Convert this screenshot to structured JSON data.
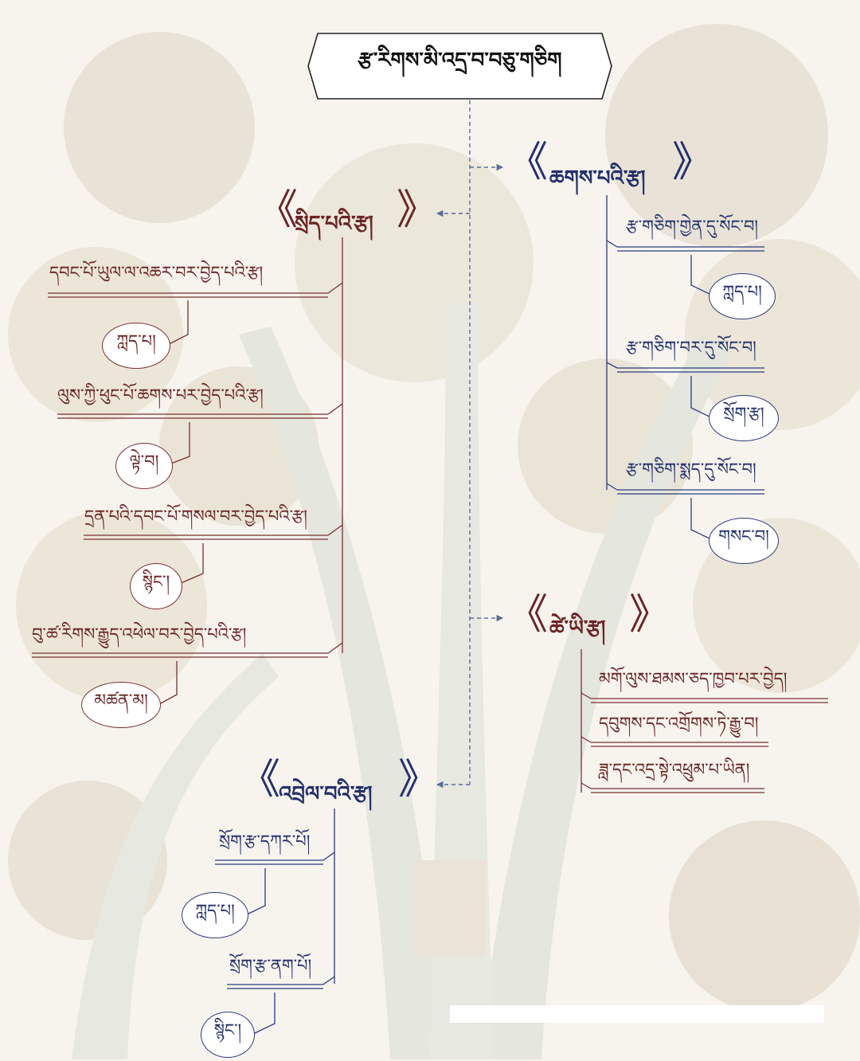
{
  "title": "རྩ་རིགས་མི་འདྲ་བ་བཅུ་གཅིག",
  "colors": {
    "red": "#7a3030",
    "blue": "#2a3a80",
    "connector": "#5a6a9a"
  },
  "sections": {
    "srid": {
      "heading": "སྲིད་པའི་རྩ།",
      "items": [
        {
          "text": "དབང་པོ་ཡུལ་ལ་འཆར་བར་བྱེད་པའི་རྩ།",
          "bubble": "ཀླད་པ།"
        },
        {
          "text": "ལུས་ཀྱི་ཕུང་པོ་ཆགས་པར་བྱེད་པའི་རྩ།",
          "bubble": "ལྟེ་བ།"
        },
        {
          "text": "དྲན་པའི་དབང་པོ་གསལ་བར་བྱེད་པའི་རྩ།",
          "bubble": "སྙིང་།"
        },
        {
          "text": "བུ་ཚ་རིགས་རྒྱུད་འཕེལ་བར་བྱེད་པའི་རྩ།",
          "bubble": "མཚན་མ།"
        }
      ]
    },
    "chags": {
      "heading": "ཆགས་པའི་རྩ།",
      "items": [
        {
          "text": "རྩ་གཅིག་གྱེན་དུ་སོང་བ།",
          "bubble": "ཀླད་པ།"
        },
        {
          "text": "རྩ་གཅིག་བར་དུ་སོང་བ།",
          "bubble": "སྲོག་རྩ།"
        },
        {
          "text": "རྩ་གཅིག་སྨད་དུ་སོང་བ།",
          "bubble": "གསང་བ།"
        }
      ]
    },
    "tshe": {
      "heading": "ཚེ་ཡི་རྩ།",
      "items": [
        "མགོ་ལུས་ཐམས་ཅད་ཁྱབ་པར་བྱེད།",
        "དབུགས་དང་འགྲོགས་ཏེ་རྒྱུ་བ།",
        "ཟླ་དང་འདྲ་སྟེ་འཕྲུམ་པ་ཡིན།"
      ]
    },
    "brel": {
      "heading": "འབྲེལ་བའི་རྩ།",
      "items": [
        {
          "text": "སྲོག་རྩ་དཀར་པོ།",
          "bubble": "ཀླད་པ།"
        },
        {
          "text": "སྲོག་རྩ་ནག་པོ།",
          "bubble": "སྙིང་།"
        }
      ]
    }
  }
}
